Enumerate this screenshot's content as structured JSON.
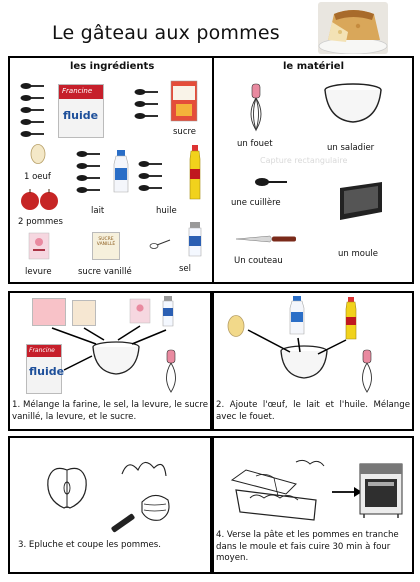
{
  "title": "Le gâteau aux pommes",
  "ingredients": {
    "heading": "les ingrédients",
    "flour_brand": "fluide",
    "flour_maker": "Francine",
    "sugar": "sucre",
    "egg": "1 oeuf",
    "milk": "lait",
    "oil": "huile",
    "apples": "2 pommes",
    "yeast": "levure",
    "vanilla_sugar": "sucre vanillé",
    "vanilla_pack": "SUCRE VANILLÉ",
    "salt": "sel"
  },
  "materiel": {
    "heading": "le matériel",
    "whisk": "un fouet",
    "bowl": "un saladier",
    "spoon": "une cuillère",
    "knife": "Un couteau",
    "mould": "un moule",
    "faded_overlay": "Capture rectangulaire"
  },
  "steps": {
    "s1": "1. Mélange la farine, le sel, la levure, le sucre vanillé, la levure, et le sucre.",
    "s2": "2. Ajoute l'œuf, le lait et l'huile. Mélange avec le fouet.",
    "s3": "3. Epluche et coupe les pommes.",
    "s4": "4. Verse la pâte et les pommes en tranche dans le moule et fais cuire 30 min à four moyen."
  },
  "colors": {
    "whisk_pink": "#e98aa0",
    "oil_yellow": "#f1d21c",
    "apple_red": "#c62525"
  }
}
